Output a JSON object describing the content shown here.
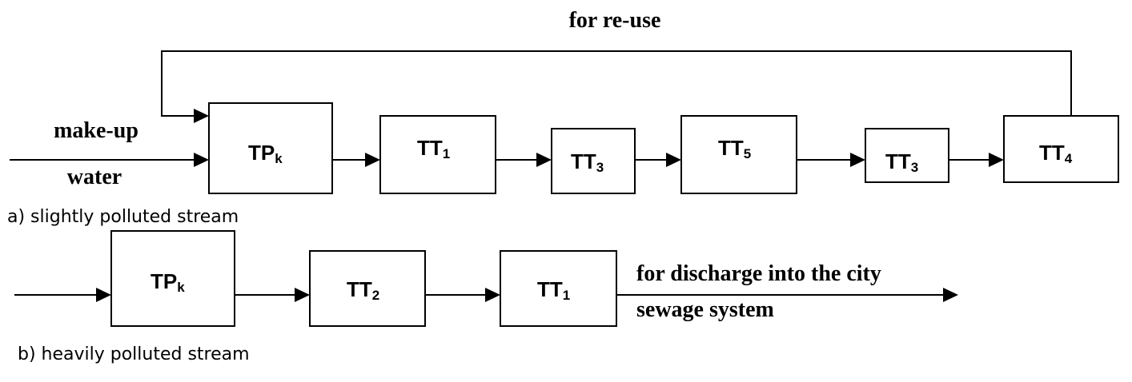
{
  "top_label": "for re-use",
  "makeup_line1": "make-up",
  "makeup_line2": "water",
  "discharge_line1": "for discharge into the city",
  "discharge_line2": "sewage system",
  "caption_a": "a) slightly polluted stream",
  "caption_b": "b) heavily polluted stream",
  "row_a": [
    {
      "base": "TP",
      "sub": "k"
    },
    {
      "base": "TT",
      "sub": "1"
    },
    {
      "base": "TT",
      "sub": "3"
    },
    {
      "base": "TT",
      "sub": "5"
    },
    {
      "base": "TT",
      "sub": "3"
    },
    {
      "base": "TT",
      "sub": "4"
    }
  ],
  "row_b": [
    {
      "base": "TP",
      "sub": "k"
    },
    {
      "base": "TT",
      "sub": "2"
    },
    {
      "base": "TT",
      "sub": "1"
    }
  ]
}
